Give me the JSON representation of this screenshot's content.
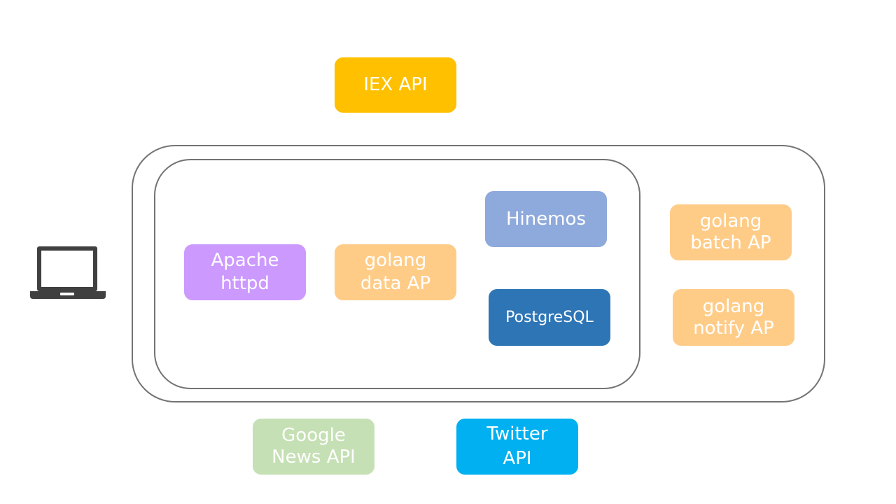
{
  "nodes": {
    "iex_api": {
      "lines": [
        "IEX API"
      ],
      "color": "#FFC000"
    },
    "apache_httpd": {
      "lines": [
        "Apache",
        "httpd"
      ],
      "color": "#CC99FF"
    },
    "golang_data_ap": {
      "lines": [
        "golang",
        "data AP"
      ],
      "color": "#FFCC88"
    },
    "hinemos": {
      "lines": [
        "Hinemos"
      ],
      "color": "#8EA9DB"
    },
    "postgresql": {
      "lines": [
        "PostgreSQL"
      ],
      "color": "#2E75B6"
    },
    "golang_batch_ap": {
      "lines": [
        "golang",
        "batch AP"
      ],
      "color": "#FFCC88"
    },
    "golang_notify_ap": {
      "lines": [
        "golang",
        "notify AP"
      ],
      "color": "#FFCC88"
    },
    "google_news_api": {
      "lines": [
        "Google",
        "News API"
      ],
      "color": "#C5E0B4"
    },
    "twitter_api": {
      "lines": [
        "Twitter",
        "API"
      ],
      "color": "#00B0F0"
    }
  },
  "icons": {
    "client": "laptop-icon"
  },
  "colors": {
    "container_border": "#737373",
    "laptop": "#404040"
  }
}
